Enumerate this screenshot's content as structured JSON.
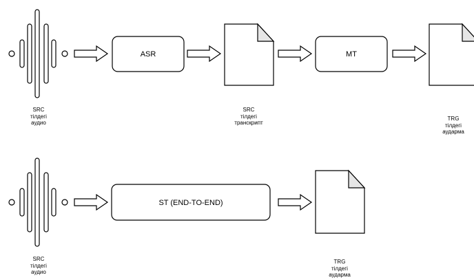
{
  "row1": {
    "source_label": [
      "SRC",
      "тілдегі",
      "аудио"
    ],
    "asr_box_label": "ASR",
    "transcript_label": [
      "SRC",
      "тілдегі",
      "транскрипт"
    ],
    "mt_box_label": "MT",
    "target_label": [
      "TRG",
      "тілдегі",
      "аудармa"
    ]
  },
  "row2": {
    "source_label": [
      "SRC",
      "тілдегі",
      "аудио"
    ],
    "st_box_label": "ST (END-TO-END)",
    "target_label": [
      "TRG",
      "тілдегі",
      "аудармa"
    ]
  }
}
